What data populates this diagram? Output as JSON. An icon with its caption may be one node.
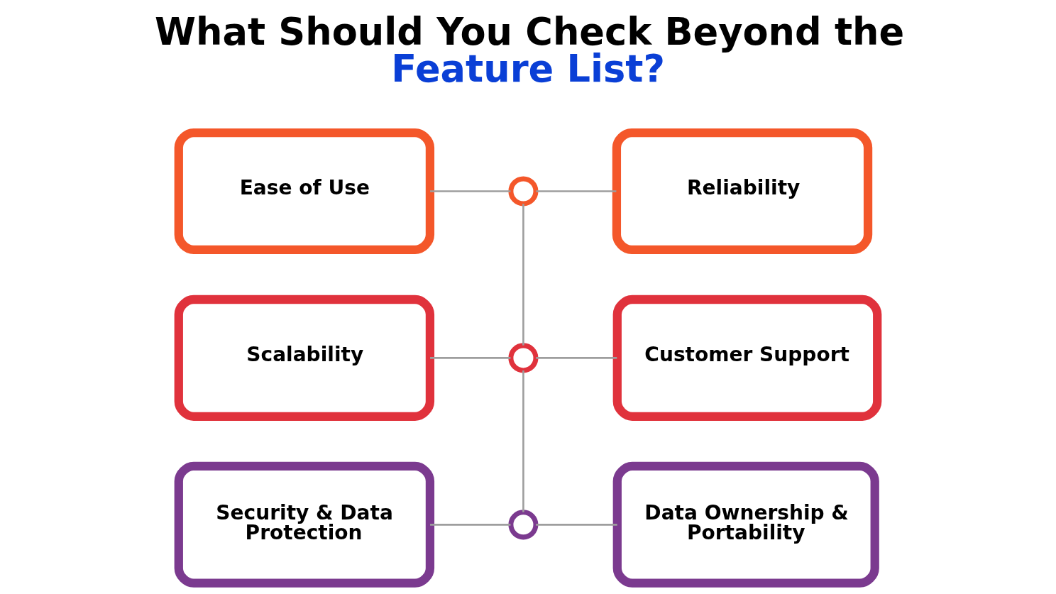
{
  "diagram": {
    "title": "What Should You Check Beyond the Feature List?",
    "nodes": [
      {
        "text": [
          "Ease of Use"
        ]
      },
      {
        "text": [],
        "shape": "circle"
      },
      {
        "text": [
          "Reliability"
        ]
      },
      {
        "text": [
          "Scalability"
        ]
      },
      {
        "text": [],
        "shape": "circle"
      },
      {
        "text": [
          "Customer Support"
        ]
      },
      {
        "text": [
          "Security & Data Protection"
        ]
      },
      {
        "text": [],
        "shape": "circle"
      },
      {
        "text": [
          "Data Ownership & Portability"
        ]
      }
    ],
    "edges": [
      {
        "from": 0,
        "to": 1,
        "arrow": "none"
      },
      {
        "from": 1,
        "to": 2,
        "arrow": "none"
      },
      {
        "from": 1,
        "to": 4,
        "arrow": "none"
      },
      {
        "from": 3,
        "to": 4,
        "arrow": "none"
      },
      {
        "from": 4,
        "to": 5,
        "arrow": "none"
      },
      {
        "from": 4,
        "to": 7,
        "arrow": "none"
      },
      {
        "from": 6,
        "to": 7,
        "arrow": "none"
      },
      {
        "from": 7,
        "to": 8,
        "arrow": "none"
      }
    ]
  }
}
